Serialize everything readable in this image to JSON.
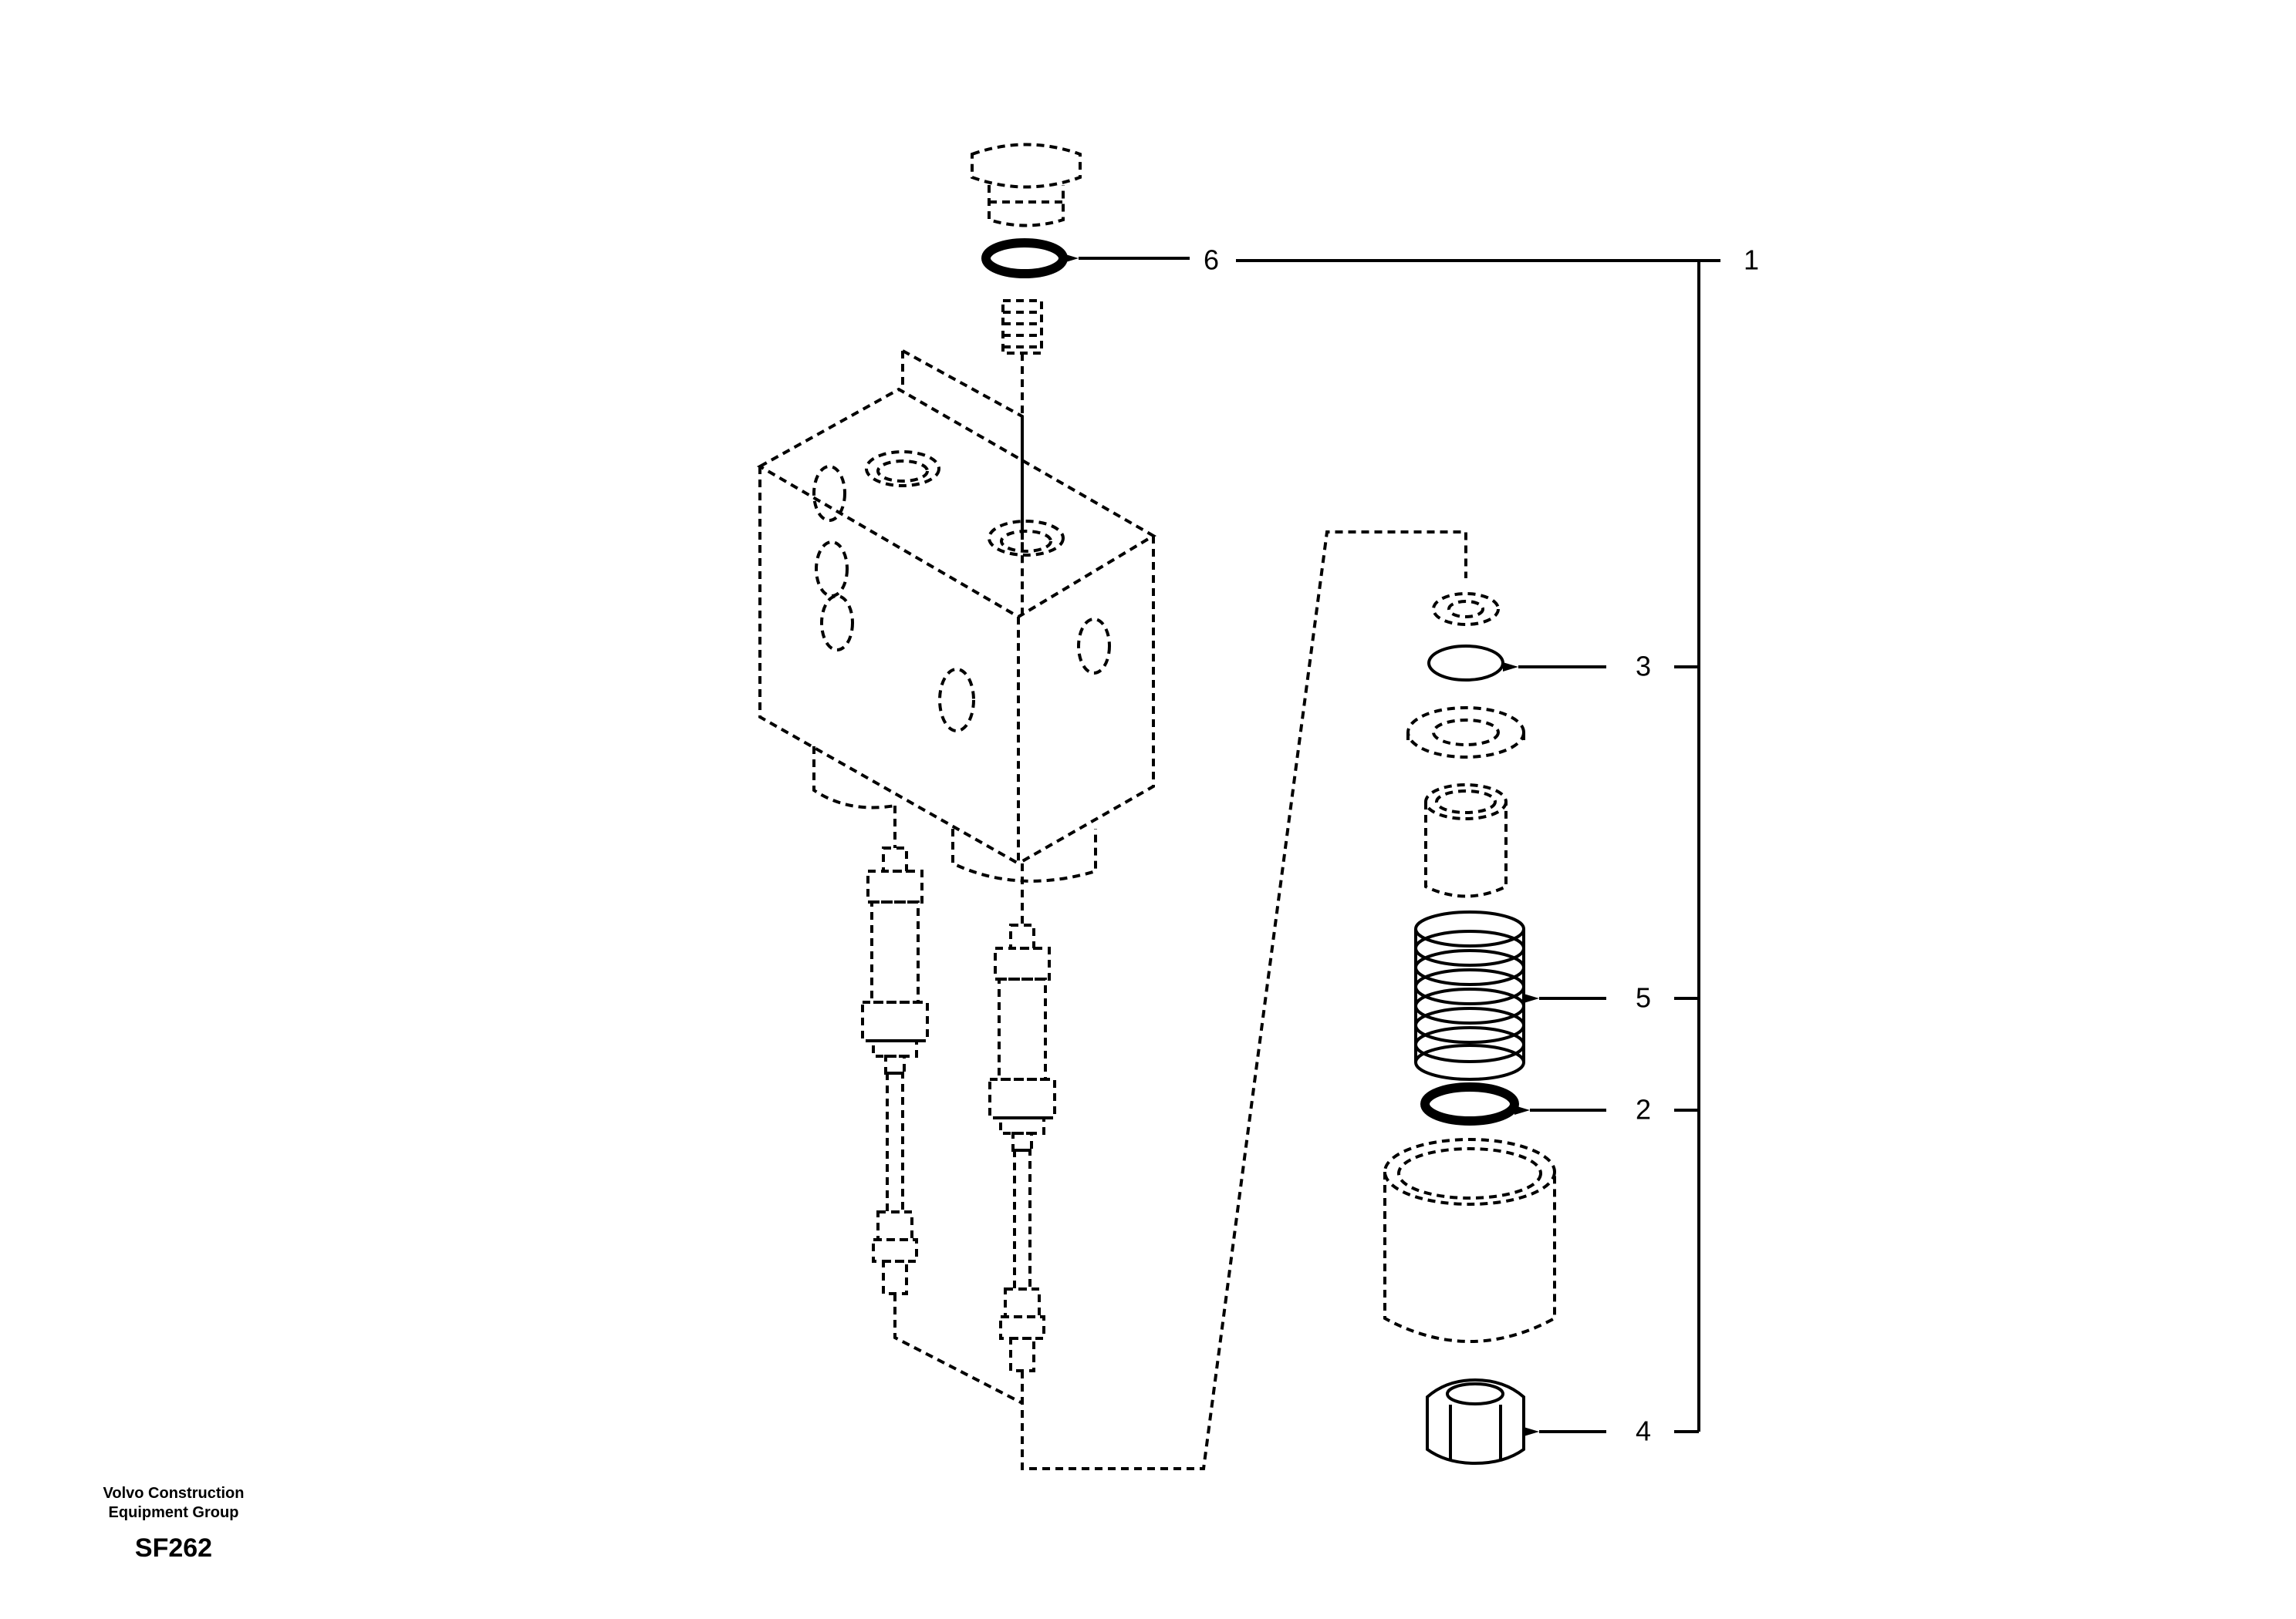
{
  "callouts": {
    "c1": "1",
    "c2": "2",
    "c3": "3",
    "c4": "4",
    "c5": "5",
    "c6": "6"
  },
  "footer": {
    "company_line1": "Volvo Construction",
    "company_line2": "Equipment Group",
    "code": "SF262"
  }
}
